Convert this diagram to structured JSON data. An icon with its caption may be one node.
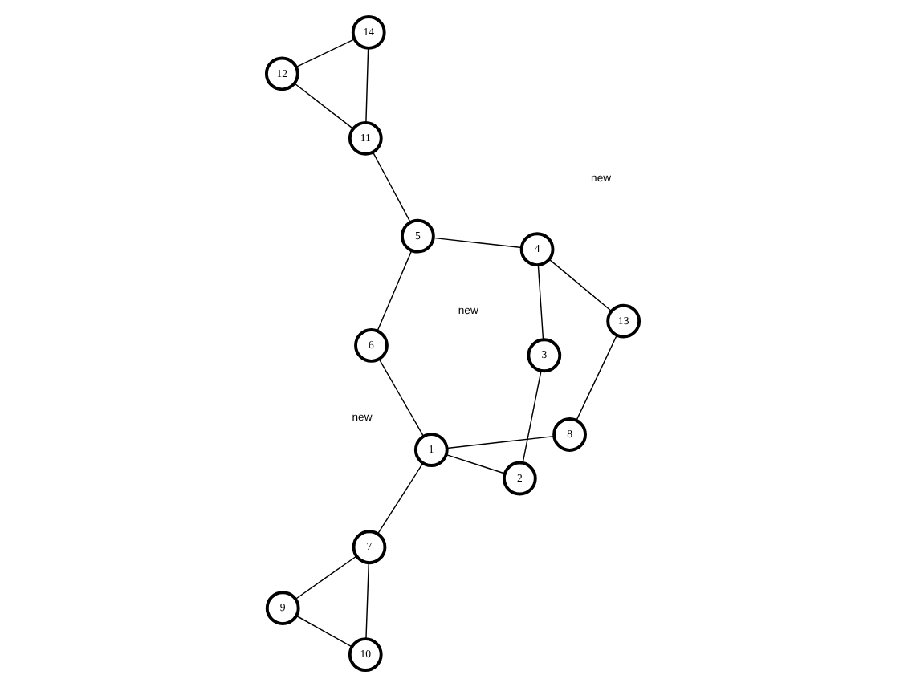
{
  "diagram": {
    "nodes": [
      {
        "text": [
          "1"
        ]
      },
      {
        "text": [
          "2"
        ]
      },
      {
        "text": [
          "3"
        ]
      },
      {
        "text": [
          "4"
        ]
      },
      {
        "text": [
          "5"
        ]
      },
      {
        "text": [
          "6"
        ]
      },
      {
        "text": [
          "7"
        ]
      },
      {
        "text": [
          "8"
        ]
      },
      {
        "text": [
          "9"
        ]
      },
      {
        "text": [
          "10"
        ]
      },
      {
        "text": [
          "11"
        ]
      },
      {
        "text": [
          "12"
        ]
      },
      {
        "text": [
          "13"
        ]
      },
      {
        "text": [
          "14"
        ]
      }
    ],
    "edges": [
      {
        "from": 0,
        "to": 5,
        "arrow": "none"
      },
      {
        "from": 5,
        "to": 4,
        "arrow": "none"
      },
      {
        "from": 4,
        "to": 3,
        "arrow": "none"
      },
      {
        "from": 3,
        "to": 2,
        "arrow": "none"
      },
      {
        "from": 2,
        "to": 1,
        "arrow": "none"
      },
      {
        "from": 1,
        "to": 0,
        "arrow": "none"
      },
      {
        "from": 0,
        "to": 6,
        "arrow": "none"
      },
      {
        "from": 0,
        "to": 7,
        "arrow": "none"
      },
      {
        "from": 8,
        "to": 6,
        "arrow": "none"
      },
      {
        "from": 8,
        "to": 9,
        "arrow": "none"
      },
      {
        "from": 9,
        "to": 6,
        "arrow": "none"
      },
      {
        "from": 4,
        "to": 10,
        "arrow": "none"
      },
      {
        "from": 10,
        "to": 13,
        "arrow": "none"
      },
      {
        "from": 13,
        "to": 11,
        "arrow": "none"
      },
      {
        "from": 10,
        "to": 11,
        "arrow": "none"
      },
      {
        "from": 3,
        "to": 12,
        "arrow": "none"
      },
      {
        "from": 12,
        "to": 7,
        "arrow": "none"
      }
    ],
    "labels": [
      "new",
      "new",
      "new"
    ]
  }
}
